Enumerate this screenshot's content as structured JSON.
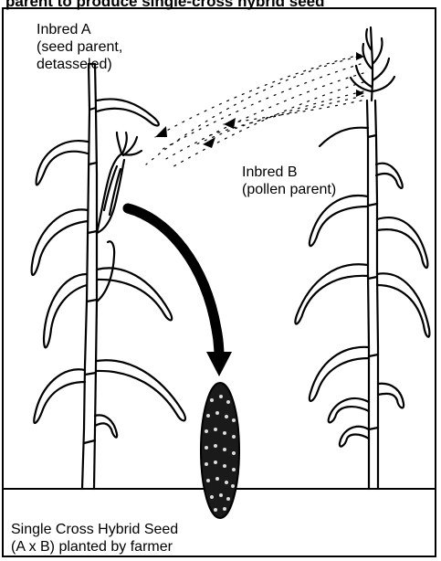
{
  "heading": "parent to produce single-cross hybrid seed",
  "inbred_a": {
    "name": "Inbred A",
    "note_line1": "(seed parent,",
    "note_line2": "detasseled)"
  },
  "inbred_b": {
    "name": "Inbred B",
    "note": "(pollen parent)"
  },
  "seed": {
    "line1": "Single Cross Hybrid Seed",
    "line2": "(A x B) planted by farmer"
  },
  "colors": {
    "ink": "#000000",
    "paper": "#ffffff"
  }
}
